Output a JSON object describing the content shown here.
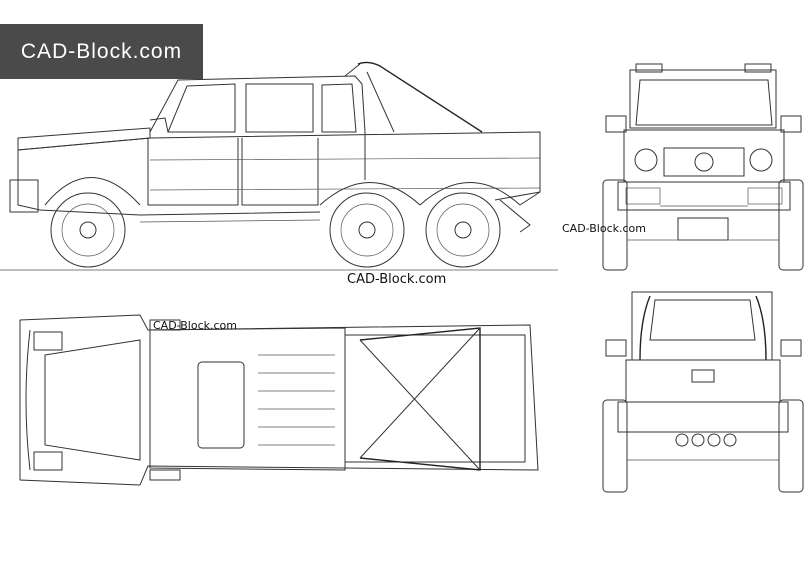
{
  "brand": {
    "banner_text": "CAD-Block.com",
    "banner_color": "#4a4a4a"
  },
  "watermarks": {
    "side": "CAD-Block.com",
    "front": "CAD-Block.com",
    "top": "CAD-Block.com"
  },
  "views": [
    "side-view",
    "front-view",
    "top-view",
    "rear-view"
  ],
  "colors": {
    "line": "#333333",
    "background": "#ffffff"
  }
}
